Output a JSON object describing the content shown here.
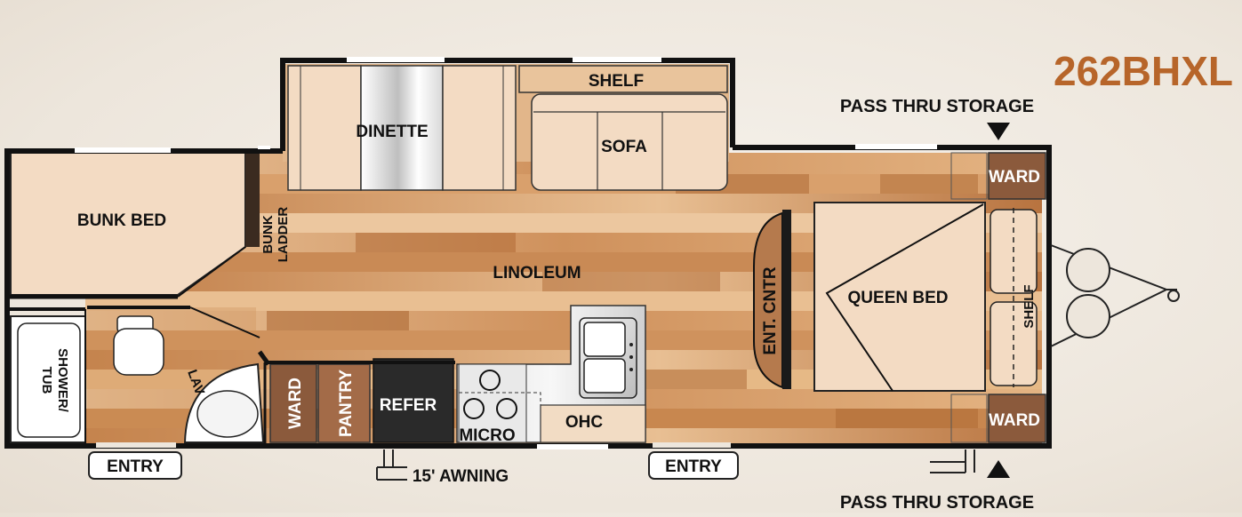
{
  "model": "262BHXL",
  "labels": {
    "pass_thru_top": "PASS THRU STORAGE",
    "pass_thru_bottom": "PASS THRU STORAGE",
    "dinette": "DINETTE",
    "shelf_top": "SHELF",
    "sofa": "SOFA",
    "bunk_bed": "BUNK BED",
    "bunk_ladder_1": "BUNK",
    "bunk_ladder_2": "LADDER",
    "linoleum": "LINOLEUM",
    "ent_cntr": "ENT. CNTR",
    "queen_bed": "QUEEN BED",
    "shelf_side": "SHELF",
    "ward_top": "WARD",
    "ward_bottom": "WARD",
    "shower_1": "SHOWER/",
    "shower_2": "TUB",
    "lav": "LAV",
    "ward_kitchen": "WARD",
    "pantry": "PANTRY",
    "refer": "REFER",
    "micro": "MICRO",
    "ohc": "OHC",
    "entry_left": "ENTRY",
    "entry_right": "ENTRY",
    "awning": "15' AWNING"
  },
  "colors": {
    "model_text": "#b7652a",
    "ward_fill": "#8b5a3c",
    "refer_fill": "#2a2a2a",
    "bed_fill": "#f2dcc4",
    "wall": "#111111"
  }
}
